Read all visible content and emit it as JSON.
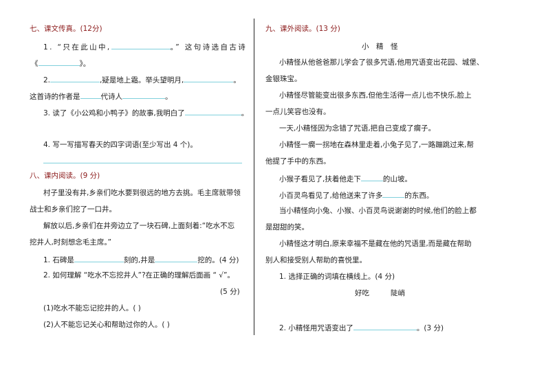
{
  "left": {
    "section7": {
      "heading": "七、课文传真。(12分)",
      "q1": {
        "prefix": "1. “只在此山中,",
        "suffix": "。” 这句诗选自古诗",
        "line2_open": "《",
        "line2_close": "》。"
      },
      "q2": {
        "prefix": "2.",
        "middle": ",疑是地上霜。举头望明月,",
        "suffix": "。",
        "line2_a": "这首诗的作者是",
        "line2_b": "代诗人",
        "line2_c": "。"
      },
      "q3": {
        "prefix": "3. 读了《小公鸡和小鸭子》的故事,我明白了",
        "suffix": "。"
      },
      "q4": {
        "text": "4. 写一写描写春天的四字词语(至少写出 4 个)。"
      }
    },
    "section8": {
      "heading": "八、课内阅读。(9 分)",
      "passage": [
        "村子里没有井,乡亲们吃水要到很远的地方去挑。毛主席就带领",
        "战士和乡亲们挖了一口井。",
        "解放以后,乡亲们在井旁边立了一块石碑,上面刻着:“吃水不忘",
        "挖井人,时刻想念毛主席。”"
      ],
      "q1": {
        "a": "1. 石碑是",
        "b": "刻的,井是",
        "c": "挖的。(4 分)"
      },
      "q2": {
        "text": "2. 如何理解 “吃水不忘挖井人”?在正确的理解后面画 “ √”。",
        "score": "(5 分)"
      },
      "options": [
        "(1)吃水不能忘记挖井的人。(      )",
        "(2)人不能忘记关心和帮助过你的人。(      )"
      ]
    }
  },
  "right": {
    "section9": {
      "heading": "九、课外阅读。(13 分)",
      "title": "小　精　怪",
      "passage": [
        "小精怪从他爸爸那儿学会了很多咒语,他用咒语变出花园、城堡、",
        "金银珠宝。",
        "小精怪尽管能变出很多东西,但他生活得一点儿也不快乐,脸上",
        "一点儿笑容也没有。",
        "一天,小精怪因为念错了咒语,把自己变成了瘸子。",
        "小精怪一瘸一拐地在森林里走着,小兔子见了,一路蹦跳过来,帮",
        "他提了手中的东西。"
      ],
      "blank_line1": {
        "a": "小猴子看见了,扶着他走下",
        "b": "的山坡。"
      },
      "blank_line2": {
        "a": "小百灵鸟看见了,给他送来了许多",
        "b": "的东西。"
      },
      "passage2": [
        "当小精怪向小兔、小猴、小百灵鸟说谢谢的时候,他们的脸上都",
        "是甜甜的笑。",
        "小精怪这才明白,原来幸福不是藏在他的咒语里,而是藏在帮助",
        "别人和接受别人帮助的喜悦里。"
      ],
      "q1": {
        "text": "1. 选择正确的词填在横线上。(4 分)",
        "words": [
          "好吃",
          "陡峭"
        ]
      },
      "q2": {
        "a": "2. 小精怪用咒语变出了",
        "b": "。(3 分)"
      }
    }
  },
  "colors": {
    "heading": "#8b1a1a",
    "blank_line": "#7fd0dc",
    "text": "#222222"
  }
}
